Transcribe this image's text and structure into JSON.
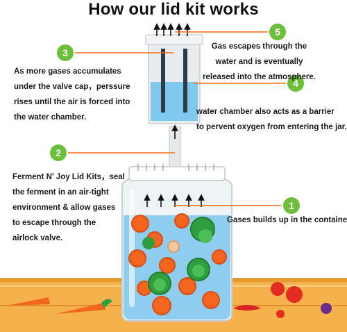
{
  "title": "How our lid kit works",
  "steps": [
    {
      "number": "1",
      "lines": [
        "Gases builds up in the container"
      ]
    },
    {
      "number": "2",
      "lines": [
        "Ferment N' Joy Lid Kits，seal",
        "the ferment in an air-tight",
        "environment & allow gases",
        "to escape through the",
        "airlock valve."
      ]
    },
    {
      "number": "3",
      "lines": [
        "As more gases accumulates",
        "under the valve cap，perssure",
        "rises until the air is forced into",
        "the water chamber."
      ]
    },
    {
      "number": "4",
      "lines": [
        "water chamber also acts as a barrier",
        "to pervent oxygen from entering the jar."
      ]
    },
    {
      "number": "5",
      "lines": [
        "Gas escapes through the",
        "water and is eventually",
        "released into the atmosphere."
      ]
    }
  ],
  "colors": {
    "callout": "#6cbf3a",
    "leader": "#ff6a10",
    "water": "#7fc8ee",
    "carrot": "#f4651f",
    "leaf": "#2e9e3e",
    "counter": "#f4a73a",
    "airlock": "#dfe3e6"
  }
}
